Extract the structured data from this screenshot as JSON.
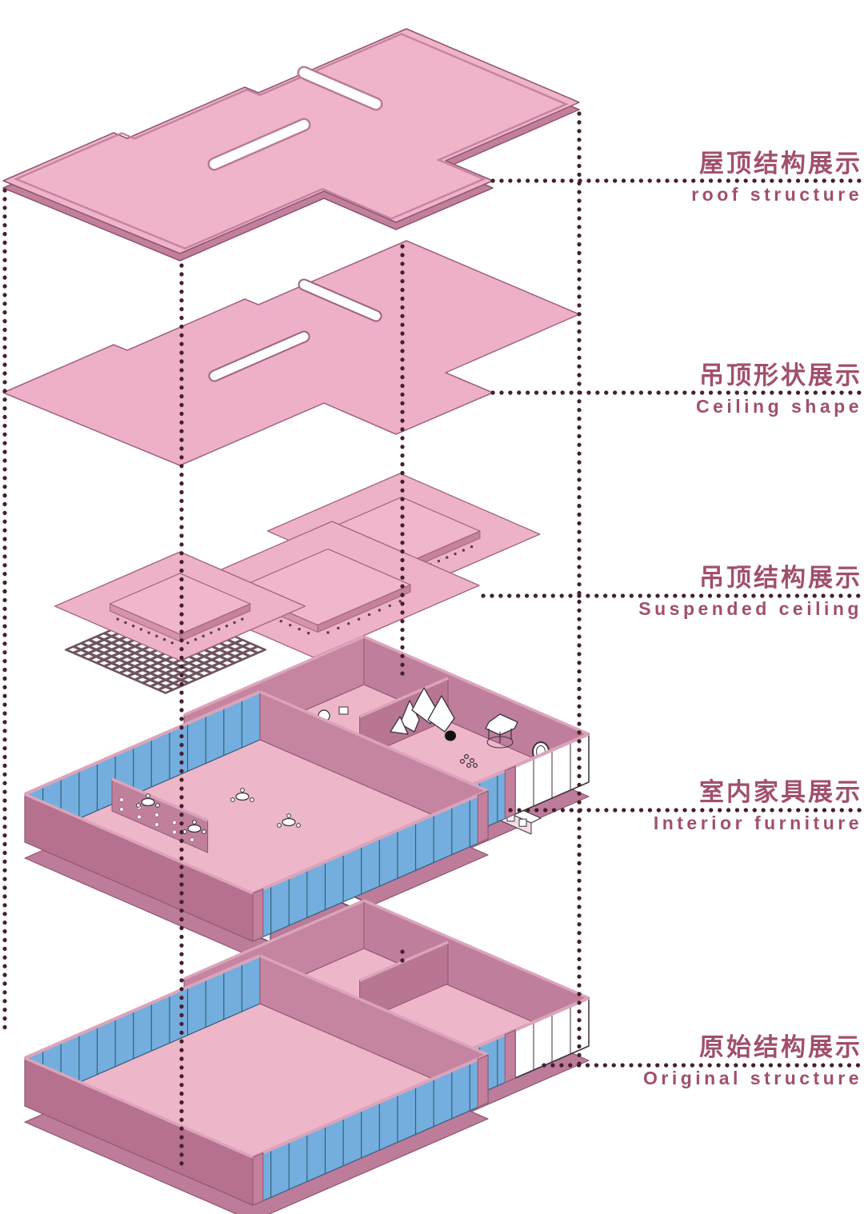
{
  "layers": [
    {
      "id": "roof-structure",
      "zh": "屋顶结构展示",
      "en": "roof structure"
    },
    {
      "id": "ceiling-shape",
      "zh": "吊顶形状展示",
      "en": "Ceiling shape"
    },
    {
      "id": "suspended-ceiling",
      "zh": "吊顶结构展示",
      "en": "Suspended ceiling"
    },
    {
      "id": "interior-furniture",
      "zh": "室内家具展示",
      "en": "Interior furniture"
    },
    {
      "id": "original-structure",
      "zh": "原始结构展示",
      "en": "Original structure"
    }
  ],
  "colors": {
    "plate_pink": "#efb3ca",
    "plate_side": "#c2809d",
    "floor_pink": "#eeb6c9",
    "wall_pink": "#b5718d",
    "wall_inner_pink": "#c584a0",
    "glass_blue": "#74aede",
    "dotted_line": "#45202c",
    "label_text": "#a14f6e",
    "edge_stroke": "#8f5570",
    "furniture_stroke": "#38313e",
    "white": "#ffffff"
  }
}
